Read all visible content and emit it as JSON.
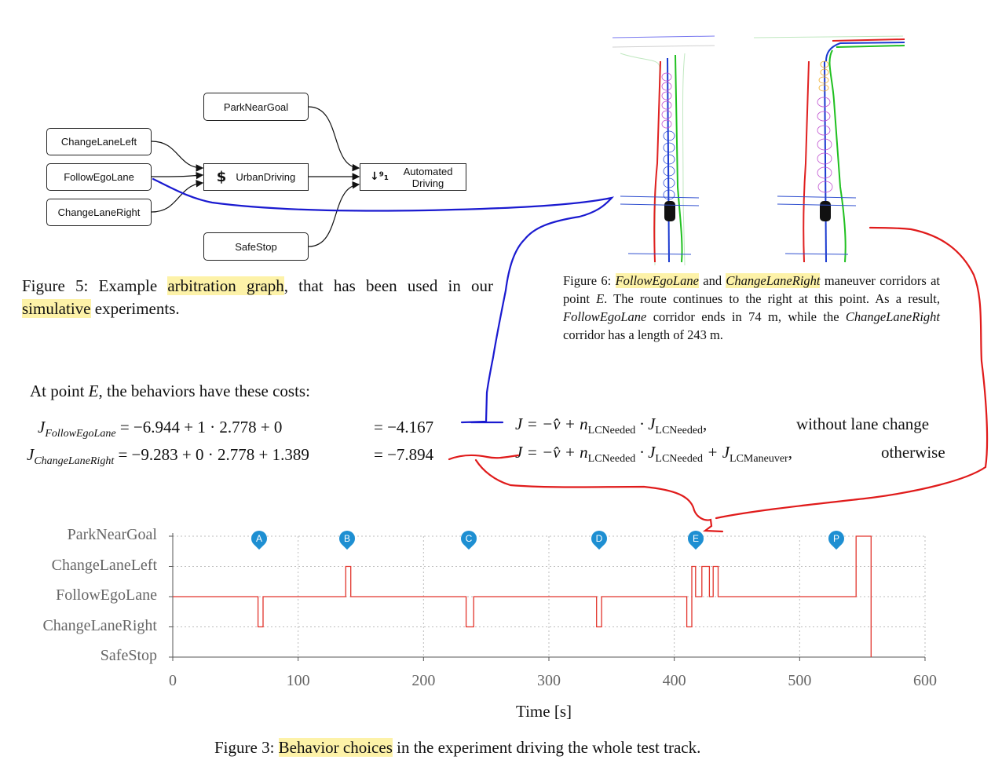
{
  "arbitration_graph": {
    "nodes": {
      "park_near_goal": "ParkNearGoal",
      "change_lane_left": "ChangeLaneLeft",
      "follow_ego_lane": "FollowEgoLane",
      "change_lane_right": "ChangeLaneRight",
      "urban_driving": "UrbanDriving",
      "safe_stop": "SafeStop",
      "automated_driving": "Automated Driving"
    },
    "icons": {
      "urban_driving": "dollar-icon",
      "automated_driving": "sort-numeric-icon"
    }
  },
  "figure5": {
    "prefix": "Figure 5: Example ",
    "hl1": "arbitration graph",
    "mid": ", that has been used in our ",
    "hl2": "simulative",
    "suffix": " experiments."
  },
  "figure6": {
    "prefix": "Figure 6: ",
    "hl1": "FollowEgoLane",
    "and": " and ",
    "hl2": "ChangeLaneRight",
    "text1": " maneuver corridors at point ",
    "point": "E",
    "text2": ". The route continues to the right at this point. As a result, ",
    "it1": "FollowEgoLane",
    "text3": " corridor ends in 74 m, while the ",
    "it2": "ChangeLaneRight",
    "text4": " corridor has a length of 243 m."
  },
  "costs": {
    "intro_prefix": "At point ",
    "intro_point": "E",
    "intro_suffix": ", the behaviors have these costs:",
    "row1": {
      "sub": "FollowEgoLane",
      "expr": "= −6.944 + 1 · 2.778 + 0",
      "result": "= −4.167"
    },
    "row2": {
      "sub": "ChangeLaneRight",
      "expr": "= −9.283 + 0 · 2.778 + 1.389",
      "result": "= −7.894"
    },
    "formula1": {
      "expr_a": "J = −v̂ + n",
      "sub_a": "LCNeeded",
      "expr_b": " · J",
      "sub_b": "LCNeeded",
      "expr_c": ",",
      "cond": "without lane change"
    },
    "formula2": {
      "expr_a": "J = −v̂ + n",
      "sub_a": "LCNeeded",
      "expr_b": " · J",
      "sub_b": "LCNeeded",
      "expr_c": " + J",
      "sub_c": "LCManeuver",
      "expr_d": ",",
      "cond": "otherwise"
    }
  },
  "chart_data": {
    "type": "line",
    "categories": [
      "ParkNearGoal",
      "ChangeLaneLeft",
      "FollowEgoLane",
      "ChangeLaneRight",
      "SafeStop"
    ],
    "xlabel": "Time [s]",
    "xlim": [
      0,
      600
    ],
    "xticks": [
      0,
      100,
      200,
      300,
      400,
      500,
      600
    ],
    "grid": true,
    "series": [
      {
        "color": "#e2342c",
        "points": [
          [
            0,
            2
          ],
          [
            68,
            2
          ],
          [
            68,
            3
          ],
          [
            72,
            3
          ],
          [
            72,
            2
          ],
          [
            138,
            2
          ],
          [
            138,
            1
          ],
          [
            142,
            1
          ],
          [
            142,
            2
          ],
          [
            234,
            2
          ],
          [
            234,
            3
          ],
          [
            240,
            3
          ],
          [
            240,
            2
          ],
          [
            338,
            2
          ],
          [
            338,
            3
          ],
          [
            342,
            3
          ],
          [
            342,
            2
          ],
          [
            410,
            2
          ],
          [
            410,
            3
          ],
          [
            414,
            3
          ],
          [
            414,
            1
          ],
          [
            417,
            1
          ],
          [
            417,
            2
          ],
          [
            422,
            2
          ],
          [
            422,
            1
          ],
          [
            428,
            1
          ],
          [
            428,
            2
          ],
          [
            431,
            2
          ],
          [
            431,
            1
          ],
          [
            435,
            1
          ],
          [
            435,
            2
          ],
          [
            545,
            2
          ],
          [
            545,
            0
          ],
          [
            557,
            0
          ],
          [
            557,
            4
          ]
        ]
      }
    ],
    "markers": [
      {
        "label": "A",
        "x": 69
      },
      {
        "label": "B",
        "x": 139
      },
      {
        "label": "C",
        "x": 236
      },
      {
        "label": "D",
        "x": 340
      },
      {
        "label": "E",
        "x": 417
      },
      {
        "label": "P",
        "x": 529
      }
    ]
  },
  "figure3": {
    "prefix": "Figure 3: ",
    "hl": "Behavior choices",
    "suffix": " in the experiment driving the whole test track."
  },
  "colors": {
    "highlight": "#fdf2a8",
    "blue_ink": "#1a1ad0",
    "red_ink": "#e01b1b",
    "chart_line": "#e2342c",
    "marker": "#1e8fd2"
  }
}
